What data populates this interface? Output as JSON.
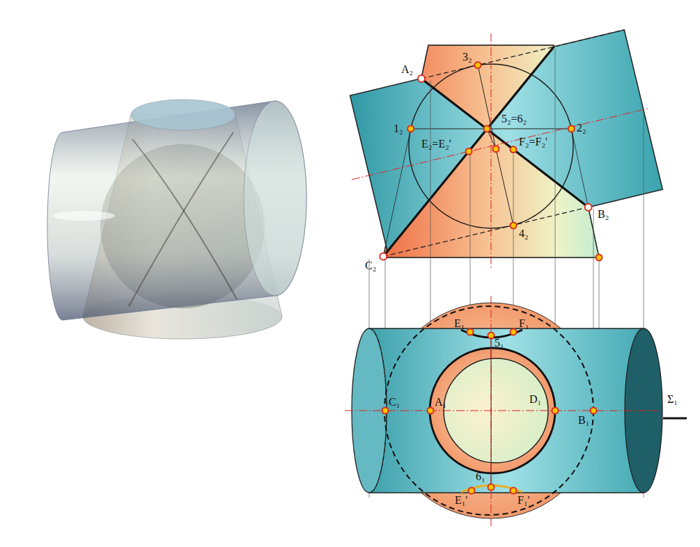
{
  "diagram": {
    "labels": [
      "A₂",
      "3₂",
      "1₂",
      "5₂=6₂",
      "2₂",
      "E₂=E₂'",
      "F₂=F₂'",
      "B₂",
      "4₂",
      "C₂",
      "E₁",
      "F₁",
      "5₁",
      "C₁",
      "A₁",
      "D₁",
      "B₁",
      "Σ₁",
      "6₁",
      "E₁'",
      "F₁'"
    ]
  }
}
